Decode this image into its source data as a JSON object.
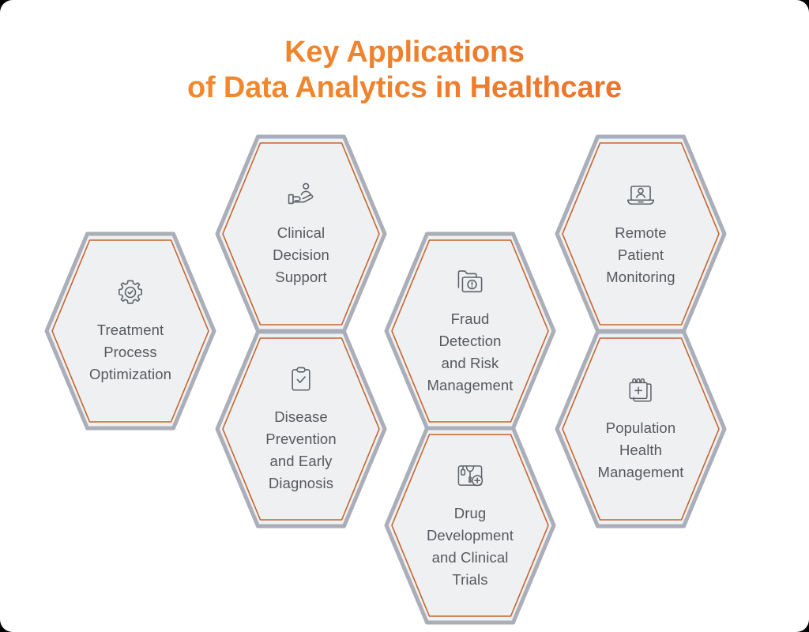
{
  "title": {
    "line1": "Key Applications",
    "line2": "of Data Analytics in Healthcare",
    "color_start": "#F3902B",
    "color_end": "#E8692B"
  },
  "theme": {
    "hex_fill": "#EFF0F2",
    "hex_outer_border": "#A9AEB8",
    "hex_inner_border": "#C4652E",
    "label_color": "#55595D",
    "icon_color": "#5D6268",
    "page_background": "#FFFFFF"
  },
  "hexagons": [
    {
      "id": "treatment",
      "icon": "gear-check-icon",
      "label": "Treatment\nProcess\nOptimization"
    },
    {
      "id": "clinical",
      "icon": "hand-patient-icon",
      "label": "Clinical\nDecision\nSupport"
    },
    {
      "id": "disease",
      "icon": "clipboard-check-icon",
      "label": "Disease\nPrevention\nand Early\nDiagnosis"
    },
    {
      "id": "fraud",
      "icon": "folder-alert-icon",
      "label": "Fraud\nDetection\nand Risk\nManagement"
    },
    {
      "id": "drug",
      "icon": "lab-coat-plus-icon",
      "label": "Drug\nDevelopment\nand Clinical\nTrials"
    },
    {
      "id": "remote",
      "icon": "laptop-person-icon",
      "label": "Remote\nPatient\nMonitoring"
    },
    {
      "id": "population",
      "icon": "medical-notepad-plus-icon",
      "label": "Population\nHealth\nManagement"
    }
  ]
}
